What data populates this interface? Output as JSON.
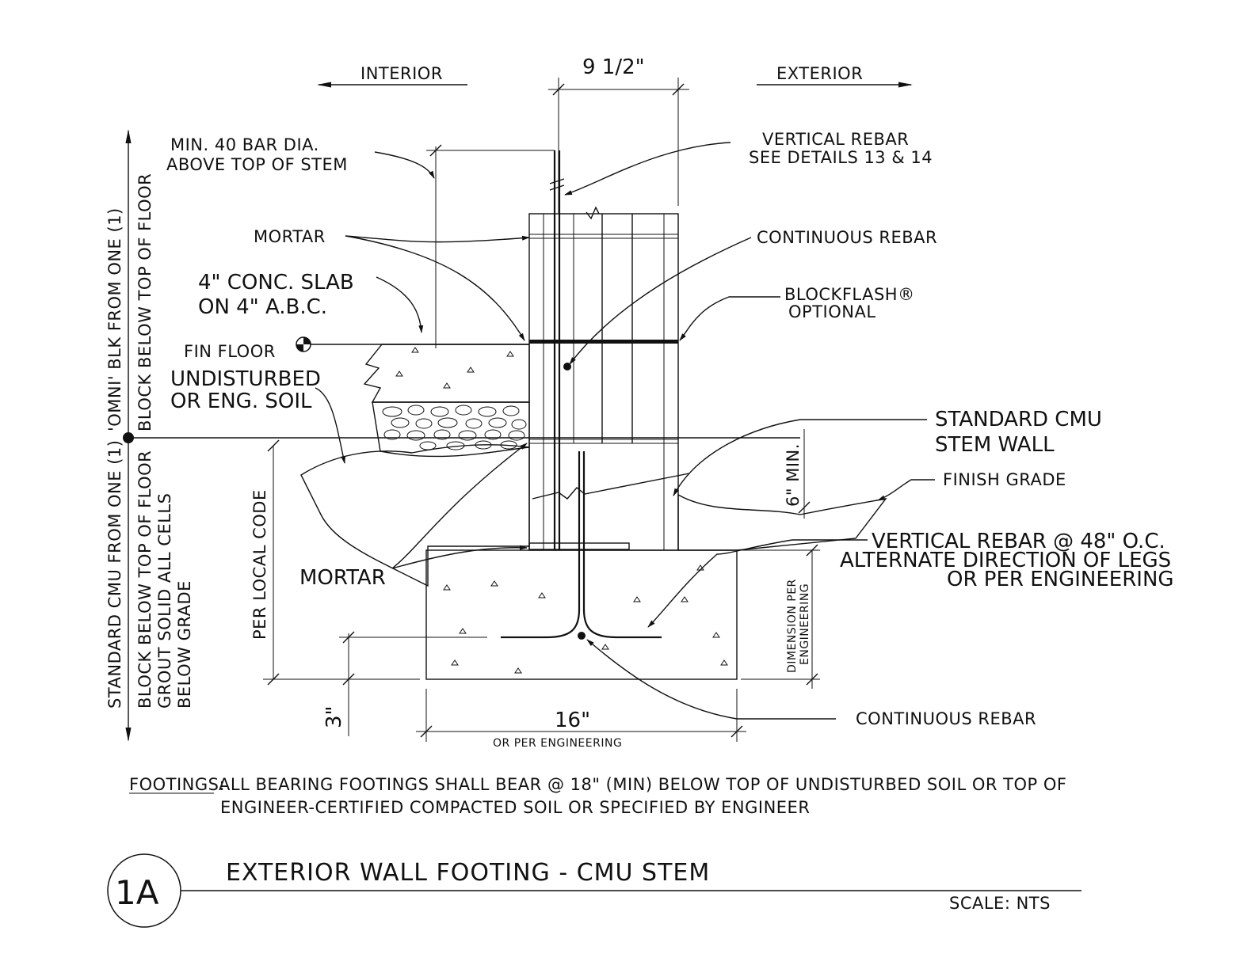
{
  "labels": {
    "interior": "INTERIOR",
    "exterior": "EXTERIOR",
    "wall_width": "9 1/2\"",
    "min_bar": "MIN. 40 BAR DIA.",
    "above_stem": "ABOVE TOP OF STEM",
    "vertical_rebar": "VERTICAL REBAR",
    "see_details": "SEE DETAILS 13 & 14",
    "mortar_top": "MORTAR",
    "continuous_rebar_top": "CONTINUOUS REBAR",
    "slab_line1": "4\" CONC. SLAB",
    "slab_line2": "ON 4\" A.B.C.",
    "blockflash": "BLOCKFLASH®",
    "optional": "OPTIONAL",
    "fin_floor": "FIN FLOOR",
    "undisturbed": "UNDISTURBED",
    "eng_soil": "OR ENG. SOIL",
    "std_cmu_line1": "STANDARD CMU",
    "std_cmu_line2": "STEM WALL",
    "finish_grade": "FINISH GRADE",
    "six_min": "6\" MIN.",
    "vr48_line1": "VERTICAL REBAR @ 48\" O.C.",
    "vr48_line2": "ALTERNATE DIRECTION OF LEGS",
    "vr48_line3": "OR PER ENGINEERING",
    "mortar_bottom": "MORTAR",
    "per_local_code": "PER LOCAL CODE",
    "dim_per_eng_1": "DIMENSION PER",
    "dim_per_eng_2": "ENGINEERING",
    "continuous_rebar_bottom": "CONTINUOUS REBAR",
    "three_inch": "3\"",
    "sixteen_inch": "16\"",
    "or_per_eng": "OR PER ENGINEERING",
    "left_1": "'OMNI' BLK FROM ONE (1)",
    "left_2": "BLOCK BELOW TOP OF FLOOR",
    "left_3": "STANDARD CMU FROM ONE (1)",
    "left_4": "BLOCK BELOW TOP OF FLOOR",
    "left_5": "GROUT SOLID ALL CELLS",
    "left_6": "BELOW GRADE"
  },
  "note": {
    "heading": "FOOTINGS:",
    "line1": "ALL BEARING FOOTINGS SHALL BEAR @ 18\" (MIN) BELOW TOP OF UNDISTURBED SOIL OR TOP OF",
    "line2": "ENGINEER-CERTIFIED COMPACTED SOIL OR SPECIFIED BY ENGINEER"
  },
  "title_block": {
    "detail_id": "1A",
    "title": "EXTERIOR WALL FOOTING - CMU STEM",
    "scale": "SCALE: NTS"
  }
}
